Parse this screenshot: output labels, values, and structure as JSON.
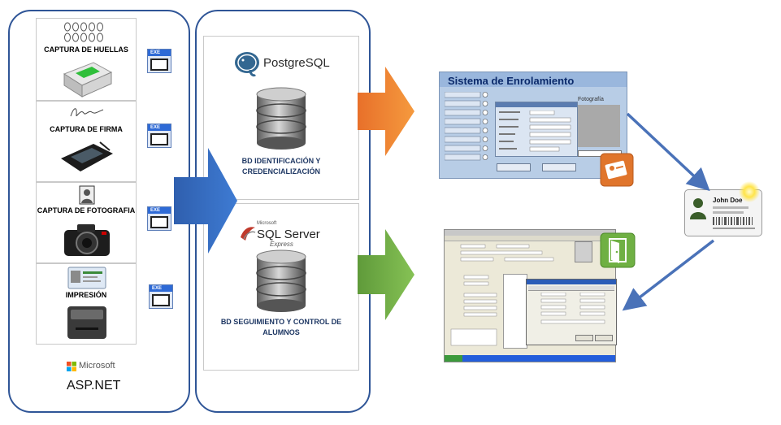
{
  "capture_panel": {
    "items": [
      {
        "label": "CAPTURA DE HUELLAS"
      },
      {
        "label": "CAPTURA DE FIRMA"
      },
      {
        "label": "CAPTURA DE FOTOGRAFIA"
      },
      {
        "label": "IMPRESIÓN"
      }
    ],
    "exe_label": "EXE",
    "brand_top": "Microsoft",
    "brand_bottom": "ASP.NET"
  },
  "databases": [
    {
      "logo_text": "PostgreSQL",
      "label_line1": "BD  IDENTIFICACIÓN Y",
      "label_line2": "CREDENCIALIZACIÓN"
    },
    {
      "logo_line1": "SQL Server",
      "logo_line2": "Express",
      "logo_top": "Microsoft",
      "label_line1": "BD  SEGUIMIENTO Y CONTROL DE",
      "label_line2": "ALUMNOS"
    }
  ],
  "enrollment_window": {
    "title": "Sistema de Enrolamiento",
    "photo_label": "Fotografía"
  },
  "id_card": {
    "name": "John Doe"
  },
  "colors": {
    "panel_border": "#2f5597",
    "arrow_blue": "#2e62b3",
    "arrow_orange": "#ed7d31",
    "arrow_green": "#70ad47",
    "connector_blue": "#4a72b8"
  }
}
